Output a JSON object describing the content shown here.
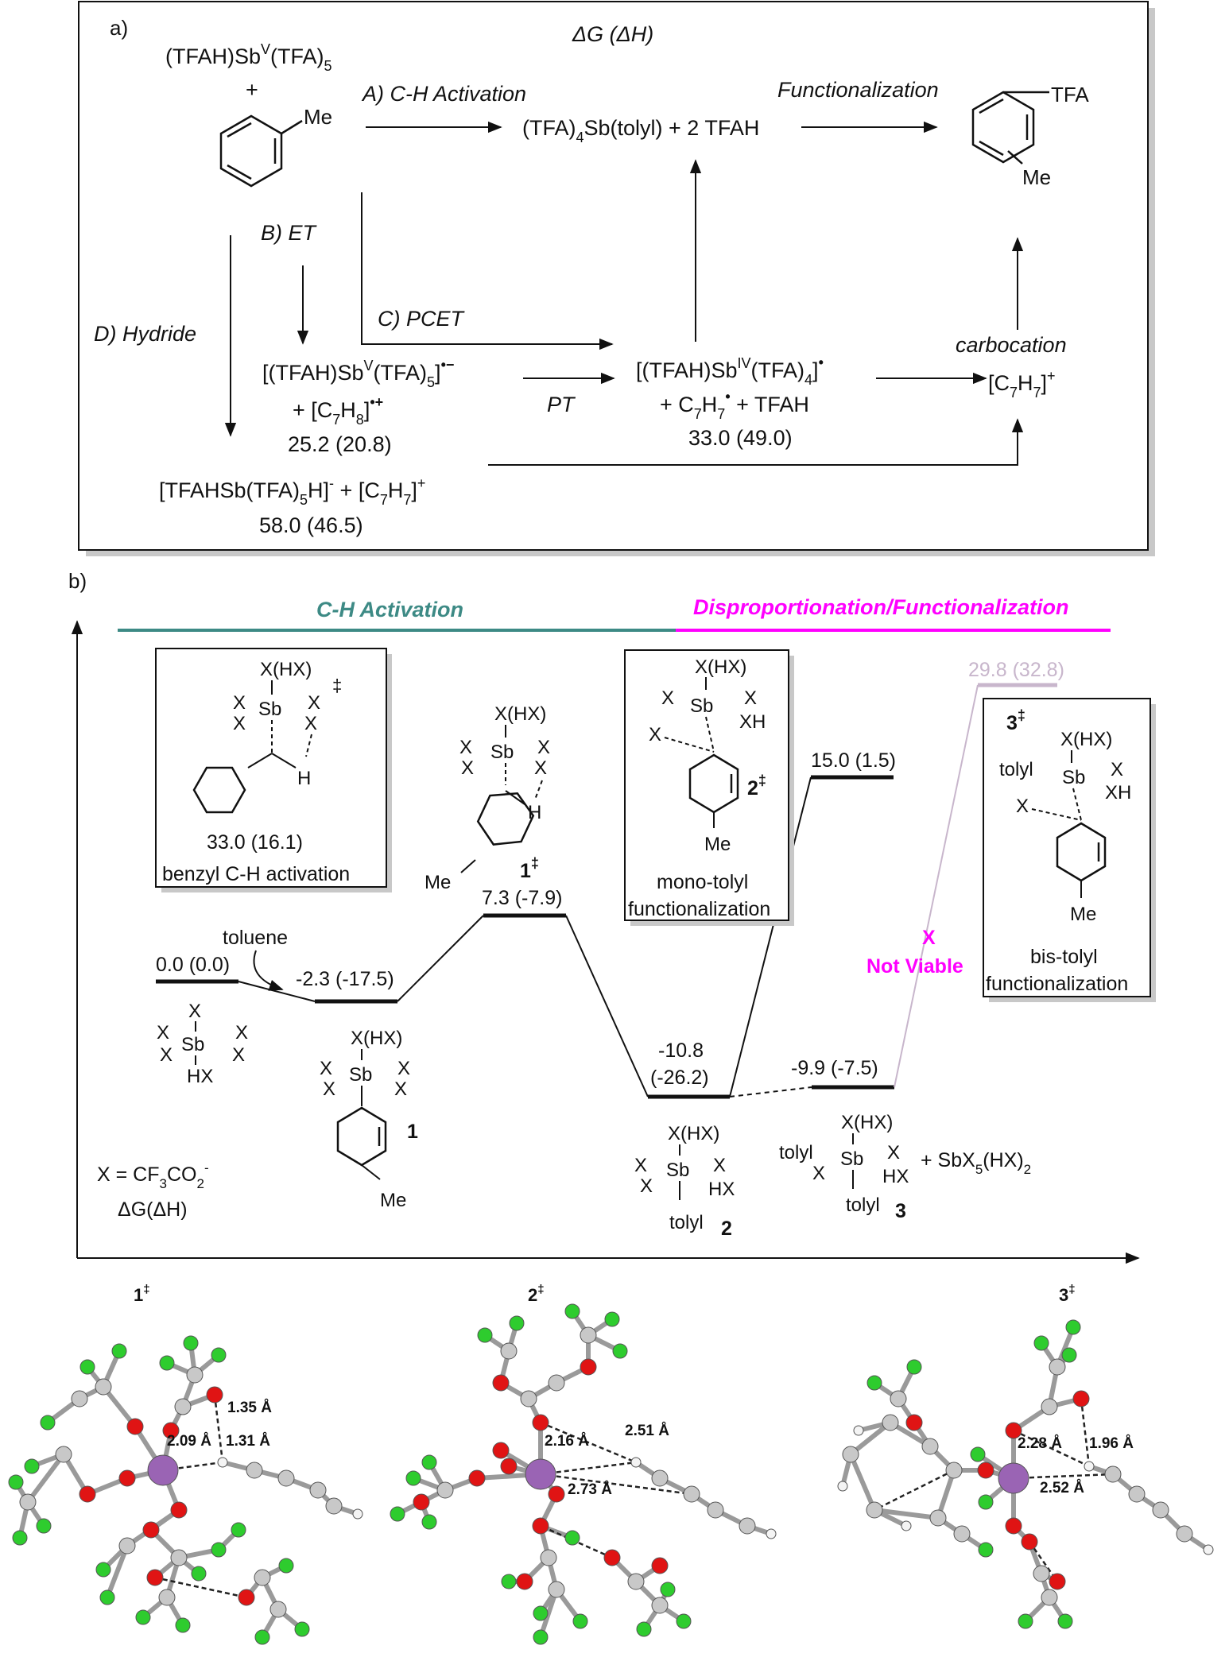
{
  "panel_a": {
    "label": "a)",
    "header": "ΔG (ΔH)",
    "reagent_main": "(TFAH)Sb",
    "reagent_sup": "V",
    "reagent_tail": "(TFA)",
    "reagent_sub": "5",
    "plus": "+",
    "toluene_me": "Me",
    "path_a": "A) C-H Activation",
    "path_b": "B) ET",
    "path_c": "C) PCET",
    "path_d": "D) Hydride",
    "functionalization": "Functionalization",
    "activation_product_1": "(TFA)",
    "activation_product_sub": "4",
    "activation_product_2": "Sb(tolyl) + 2 TFAH",
    "product_tfa": "TFA",
    "product_me": "Me",
    "et_species_1a": "[(TFAH)Sb",
    "et_species_1sup": "V",
    "et_species_1b": "(TFA)",
    "et_species_1sub": "5",
    "et_species_1c": "]",
    "et_species_1rad": "•−",
    "et_species_2a": "+ [C",
    "et_species_2sub1": "7",
    "et_species_2b": "H",
    "et_species_2sub2": "8",
    "et_species_2c": "]",
    "et_species_2rad": "•+",
    "et_energy": "25.2 (20.8)",
    "pt": "PT",
    "pcet_species_1a": "[(TFAH)Sb",
    "pcet_species_1sup": "IV",
    "pcet_species_1b": "(TFA)",
    "pcet_species_1sub": "4",
    "pcet_species_1c": "]",
    "pcet_species_1rad": "•",
    "pcet_species_2a": "+ C",
    "pcet_species_2sub1": "7",
    "pcet_species_2b": "H",
    "pcet_species_2sub2": "7",
    "pcet_species_2rad": "•",
    "pcet_species_2c": " + TFAH",
    "pcet_energy": "33.0 (49.0)",
    "carbocation": "carbocation",
    "carbocation_species_a": "[C",
    "carbocation_species_sub1": "7",
    "carbocation_species_b": "H",
    "carbocation_species_sub2": "7",
    "carbocation_species_c": "]",
    "carbocation_species_sup": "+",
    "hydride_species_a": "[TFAHSb(TFA)",
    "hydride_species_sub1": "5",
    "hydride_species_b": "H]",
    "hydride_species_sup1": "-",
    "hydride_species_c": " + [C",
    "hydride_species_sub2": "7",
    "hydride_species_d": "H",
    "hydride_species_sub3": "7",
    "hydride_species_e": "]",
    "hydride_species_sup2": "+",
    "hydride_energy": "58.0 (46.5)"
  },
  "panel_b": {
    "label": "b)",
    "phase_1": "C-H Activation",
    "phase_2": "Disproportionation/Functionalization",
    "colors": {
      "teal": "#3d8a85",
      "magenta": "#ff00ff",
      "faded": "#c8b6cc",
      "sb_purple": "#8e5aa8"
    },
    "levels": [
      {
        "id": "start",
        "label": "0.0 (0.0)"
      },
      {
        "id": "int1",
        "label": "-2.3 (-17.5)"
      },
      {
        "id": "ts1",
        "label": "7.3 (-7.9)"
      },
      {
        "id": "int2_a",
        "label": "-10.8"
      },
      {
        "id": "int2_b",
        "label": "(-26.2)"
      },
      {
        "id": "ts2",
        "label": "15.0 (1.5)"
      },
      {
        "id": "int3",
        "label": "-9.9 (-7.5)"
      },
      {
        "id": "ts3",
        "label": "29.8 (32.8)"
      }
    ],
    "toluene": "toluene",
    "not_viable_x": "X",
    "not_viable": "Not Viable",
    "box_benzyl": {
      "energy": "33.0 (16.1)",
      "caption": "benzyl C-H activation"
    },
    "box_mono": {
      "caption_1": "mono-tolyl",
      "caption_2": "functionalization"
    },
    "box_bis": {
      "caption_1": "bis-tolyl",
      "caption_2": "functionalization"
    },
    "legend_x_a": "X = CF",
    "legend_x_sub1": "3",
    "legend_x_b": "CO",
    "legend_x_sub2": "2",
    "legend_x_sup": "-",
    "legend_dg": "ΔG(ΔH)",
    "atoms": {
      "x": "X",
      "xhx": "X(HX)",
      "hx": "HX",
      "xh": "XH",
      "sb": "Sb",
      "h": "H",
      "me": "Me",
      "tolyl": "tolyl",
      "dagger": "‡"
    },
    "labels": {
      "c1": "1",
      "c2": "2",
      "c3": "3",
      "ts1": "1",
      "ts2": "2",
      "ts3": "3"
    },
    "sb_byproduct_a": "+ SbX",
    "sb_byproduct_sub1": "5",
    "sb_byproduct_b": "(HX)",
    "sb_byproduct_sub2": "2"
  },
  "structures": {
    "ts1": {
      "label": "1",
      "dagger": "‡",
      "d1": "1.35 Å",
      "d2": "2.09 Å",
      "d3": "1.31 Å"
    },
    "ts2": {
      "label": "2",
      "dagger": "‡",
      "d1": "2.16 Å",
      "d2": "2.51 Å",
      "d3": "2.73 Å"
    },
    "ts3": {
      "label": "3",
      "dagger": "‡",
      "d1": "2.28 Å",
      "d2": "1.96 Å",
      "d3": "2.52 Å"
    },
    "colors": {
      "c": "#c8c8c8",
      "o": "#e01414",
      "f": "#2ecc2e",
      "h": "#f4f4f4",
      "sb": "#9a64b4"
    }
  }
}
